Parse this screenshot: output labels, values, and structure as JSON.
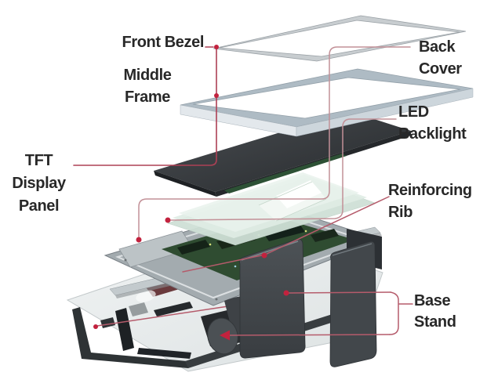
{
  "diagram": {
    "description": "Exploded view diagram of a TFT LCD monitor assembly",
    "labels": {
      "front_bezel": "Front Bezel",
      "middle_frame": "Middle\nFrame",
      "back_cover": "Back\nCover",
      "led_backlight": "LED\nBacklight",
      "tft_display_panel": "TFT\nDisplay\nPanel",
      "reinforcing_rib": "Reinforcing\nRib",
      "base_stand": "Base\nStand"
    },
    "colors": {
      "background": "#ffffff",
      "label_text": "#282828",
      "leader_strong": "#ad4055",
      "leader_mid": "#b55b6b",
      "leader_light": "#c29097",
      "marker_dot": "#c2223e"
    }
  }
}
